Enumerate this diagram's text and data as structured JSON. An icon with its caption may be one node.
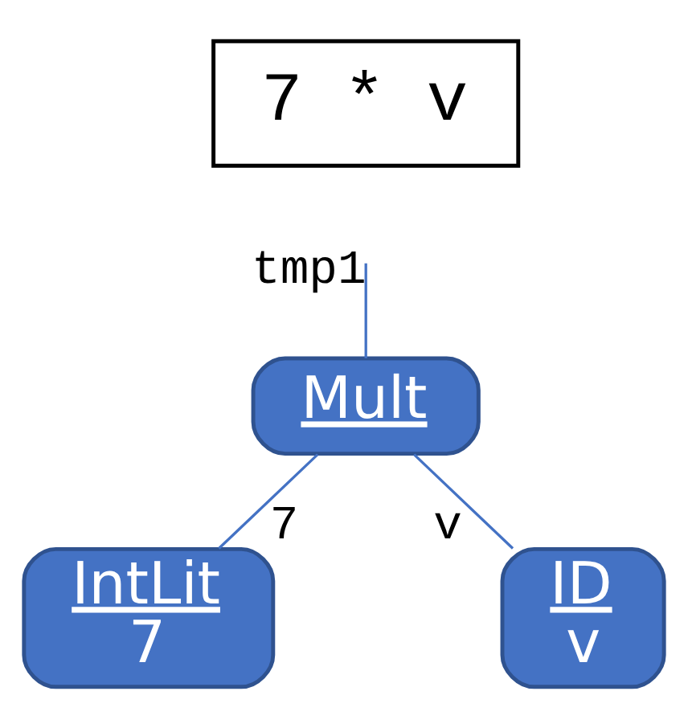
{
  "diagram": {
    "nodes": [
      {
        "text": [
          "7 * v"
        ]
      },
      {
        "text": [
          "Mult"
        ]
      },
      {
        "text": [
          "IntLit",
          "7"
        ]
      },
      {
        "text": [
          "ID",
          "v"
        ]
      }
    ],
    "edges": [
      {
        "from": null,
        "to": 1,
        "arrow": "none",
        "label": "tmp1"
      },
      {
        "from": 1,
        "to": 2,
        "arrow": "none",
        "label": "7"
      },
      {
        "from": 1,
        "to": 3,
        "arrow": "none",
        "label": "v"
      }
    ]
  }
}
